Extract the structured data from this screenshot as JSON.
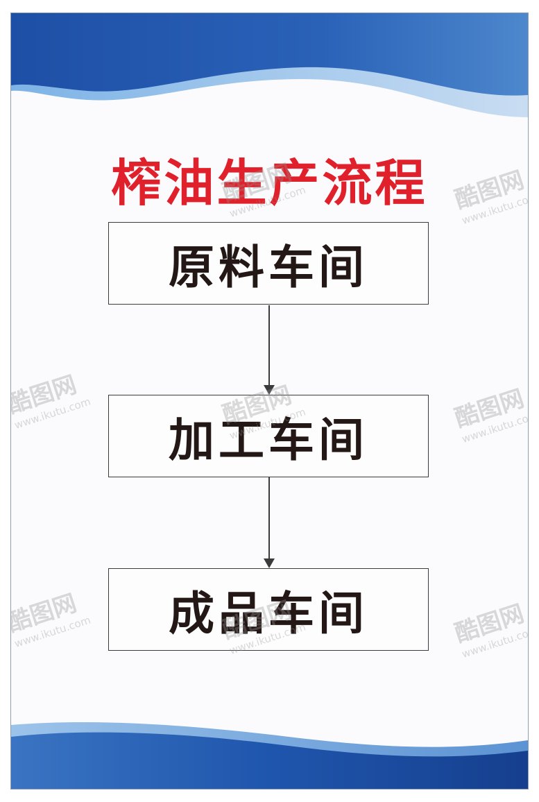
{
  "title": "榨油生产流程",
  "steps": [
    {
      "label": "原料车间"
    },
    {
      "label": "加工车间"
    },
    {
      "label": "成品车间"
    }
  ],
  "watermark": {
    "logo_text": "酷图网",
    "url": "www.ikutu.com"
  },
  "colors": {
    "title": "#e0202a",
    "step_text": "#231816",
    "wave_dark": "#1f4ea3",
    "wave_light": "#7fb0e0"
  }
}
